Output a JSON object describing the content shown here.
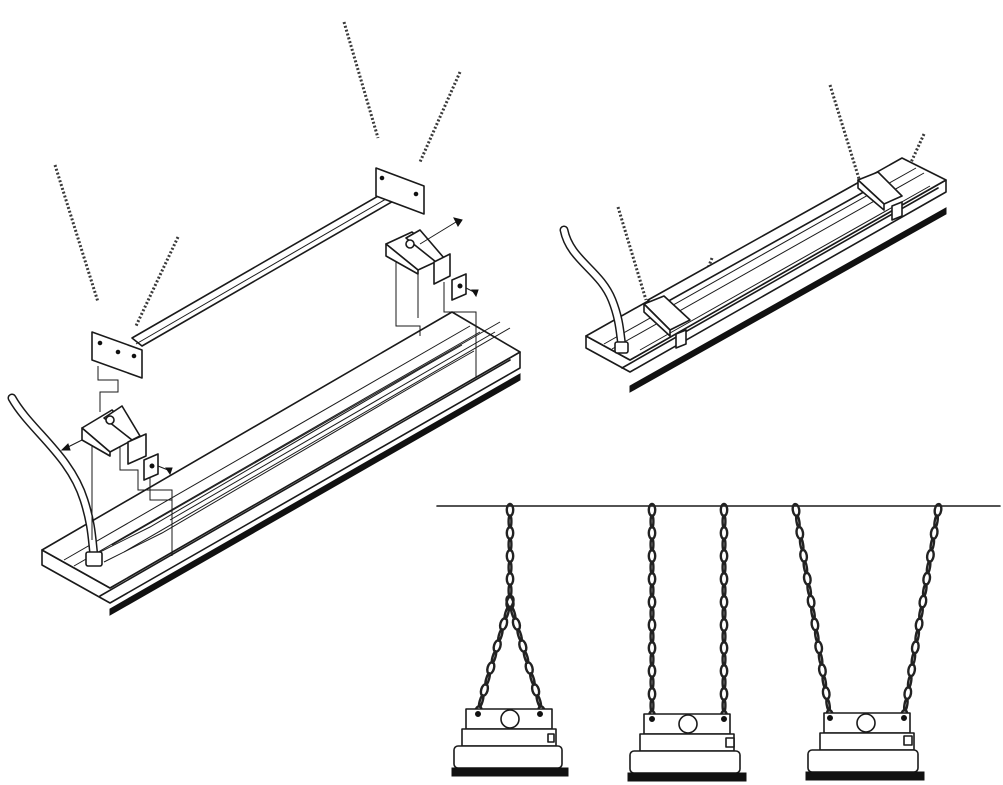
{
  "figure": {
    "panels": [
      {
        "id": "exploded-assembly",
        "icon": "fixture-exploded-assembly"
      },
      {
        "id": "rod-suspended-fixture",
        "icon": "fixture-rod-suspended"
      },
      {
        "id": "chain-hanging-options",
        "icon": "fixture-chain-hanging",
        "variants": [
          "v-chain",
          "parallel-chain",
          "splayed-chain"
        ]
      }
    ],
    "colors": {
      "line": "#1a1a1a",
      "background": "#ffffff"
    }
  }
}
